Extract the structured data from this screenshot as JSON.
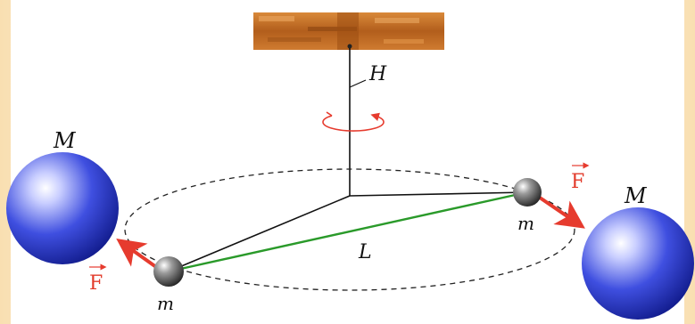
{
  "labels": {
    "big_mass_left": "M",
    "big_mass_right": "M",
    "small_mass_left": "m",
    "small_mass_right": "m",
    "fiber": "H",
    "rod": "L",
    "force_left": "F",
    "force_right": "F"
  },
  "colors": {
    "force_arrow": "#e63b2e",
    "rod_line": "#2a9a2a",
    "big_sphere": "#2a36c8",
    "small_sphere": "#505050",
    "support_beam": "#c06a22"
  }
}
